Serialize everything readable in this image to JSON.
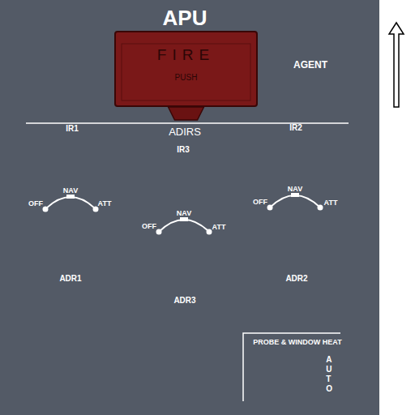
{
  "diagram": {
    "title": "APU",
    "nodes": [
      {
        "text": [
          "FIRE",
          "PUSH"
        ]
      }
    ],
    "labels": [
      "AGENT",
      "IR1",
      "ADIRS",
      "IR2",
      "IR3",
      "OFF",
      "NAV",
      "ATT",
      "OFF",
      "NAV",
      "ATT",
      "OFF",
      "NAV",
      "ATT",
      "ADR1",
      "ADR2",
      "ADR3",
      "PROBE & WINDOW HEAT",
      "AUTO"
    ]
  }
}
